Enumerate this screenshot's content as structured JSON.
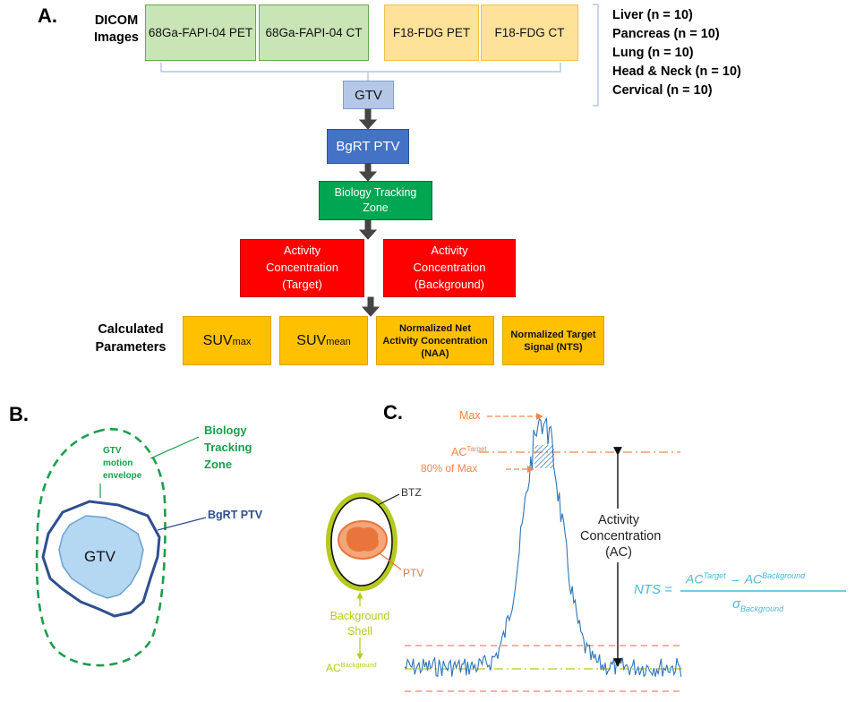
{
  "panel_a": {
    "label": "A.",
    "dicom_line1": "DICOM",
    "dicom_line2": "Images",
    "image_boxes": [
      "68Ga-FAPI-04 PET",
      "68Ga-FAPI-04 CT",
      "F18-FDG PET",
      "F18-FDG CT"
    ],
    "sites": [
      "Liver (n = 10)",
      "Pancreas (n = 10)",
      "Lung (n = 10)",
      "Head & Neck (n = 10)",
      "Cervical (n = 10)"
    ],
    "gtv": "GTV",
    "bgrt_ptv": "BgRT PTV",
    "btz_line1": "Biology Tracking",
    "btz_line2": "Zone",
    "ac_target": [
      "Activity",
      "Concentration",
      "(Target)"
    ],
    "ac_background": [
      "Activity",
      "Concentration",
      "(Background)"
    ],
    "calc_line1": "Calculated",
    "calc_line2": "Parameters",
    "suv_max_main": "SUV",
    "suv_max_sub": "max",
    "suv_mean_main": "SUV",
    "suv_mean_sub": "mean",
    "naa": [
      "Normalized Net",
      "Activity Concentration",
      "(NAA)"
    ],
    "nts": [
      "Normalized Target",
      "Signal (NTS)"
    ]
  },
  "panel_b": {
    "label": "B.",
    "btz": [
      "Biology",
      "Tracking",
      "Zone"
    ],
    "envelope": [
      "GTV",
      "motion",
      "envelope"
    ],
    "bgrt_ptv": "BgRT PTV",
    "gtv": "GTV"
  },
  "panel_c": {
    "label": "C.",
    "max": "Max",
    "ac_prefix": "AC",
    "target_sup": "Target",
    "background_sup": "Background",
    "eighty": "80% of Max",
    "btz": "BTZ",
    "ptv": "PTV",
    "shell": [
      "Background",
      "Shell"
    ],
    "ac_label": [
      "Activity",
      "Concentration",
      "(AC)"
    ],
    "nts_lhs": "NTS =",
    "nts_minus": "–",
    "sigma": "σ",
    "sigma_sub": "Background"
  },
  "colors": {
    "green_light": "#c9e4b5",
    "yellow_light": "#ffe29a",
    "gtv_blue": "#b4c7e7",
    "ptv_blue": "#4472c4",
    "btz_green": "#00a651",
    "red": "#ff0000",
    "orange": "#ffc000",
    "dashed_green": "#1a9e4a",
    "signal_blue": "#2e75b6",
    "annot_orange": "#f4864a",
    "shell_yellowgreen": "#b5c91f",
    "nts_cyan": "#4bb8d9"
  }
}
